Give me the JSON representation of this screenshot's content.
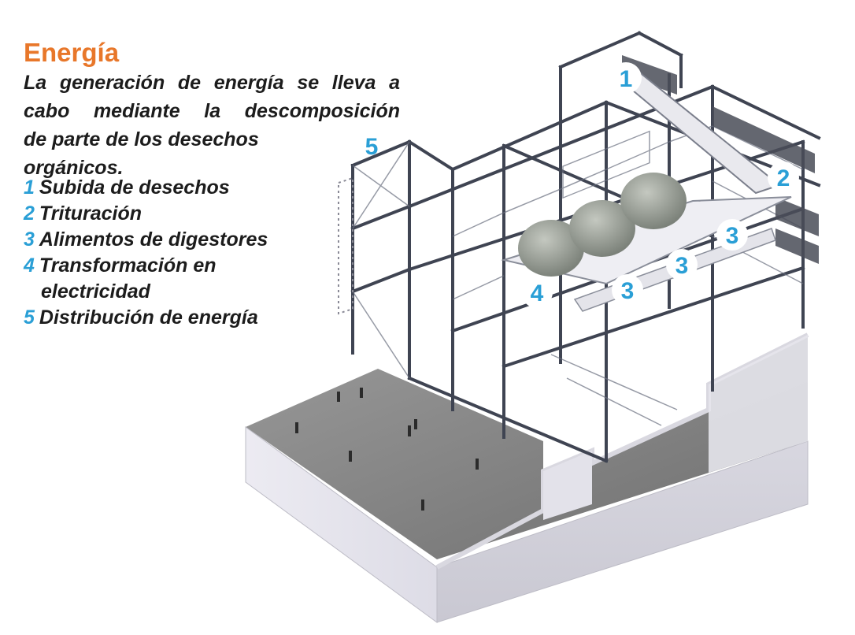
{
  "title": "Energía",
  "intro_lines": [
    "La generación de energía se lleva a",
    "cabo mediante la descomposición",
    "de parte de los desechos",
    "orgánicos."
  ],
  "legend": [
    {
      "num": "1",
      "text": "Subida de desechos"
    },
    {
      "num": "2",
      "text": "Trituración"
    },
    {
      "num": "3",
      "text": "Alimentos de digestores"
    },
    {
      "num": "4",
      "text": "Transformación en",
      "cont": "electricidad"
    },
    {
      "num": "5",
      "text": "Distribución de energía"
    }
  ],
  "callouts": [
    "1",
    "2",
    "3",
    "3",
    "3",
    "4",
    "5"
  ],
  "colors": {
    "accent_orange": "#e8772a",
    "accent_blue": "#2a9fd6",
    "text": "#1c1c1c"
  }
}
